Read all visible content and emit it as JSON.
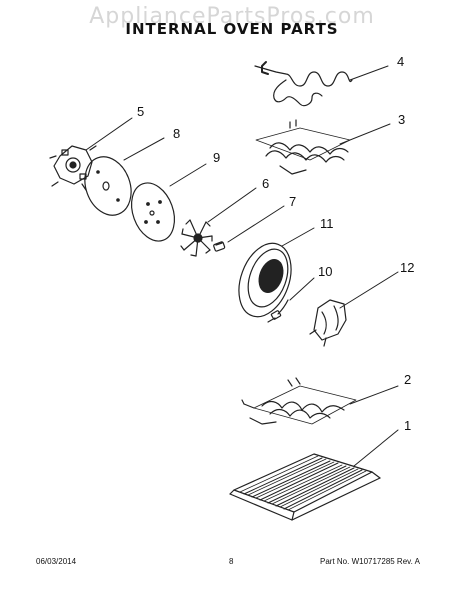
{
  "watermark": "AppliancePartsPros.com",
  "title": "INTERNAL OVEN PARTS",
  "callouts": {
    "c1": "1",
    "c2": "2",
    "c3": "3",
    "c4": "4",
    "c5": "5",
    "c6": "6",
    "c7": "7",
    "c8": "8",
    "c9": "9",
    "c10": "10",
    "c11": "11",
    "c12": "12"
  },
  "footer": {
    "date": "06/03/2014",
    "page": "8",
    "part_rev": "Part No. W10717285  Rev. A"
  }
}
